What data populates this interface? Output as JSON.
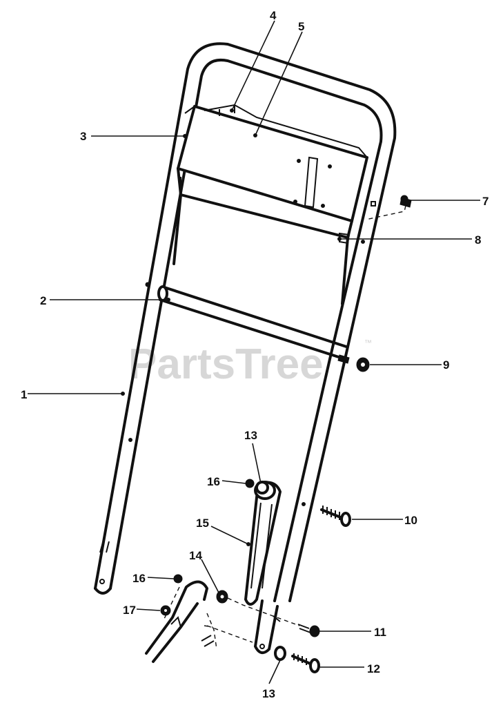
{
  "watermark": {
    "text": "PartsTree",
    "trademark": "™"
  },
  "callouts": {
    "c1": "1",
    "c2": "2",
    "c3": "3",
    "c4": "4",
    "c5": "5",
    "c7": "7",
    "c8": "8",
    "c9": "9",
    "c10": "10",
    "c11": "11",
    "c12": "12",
    "c13a": "13",
    "c13b": "13",
    "c14": "14",
    "c15": "15",
    "c16a": "16",
    "c16b": "16",
    "c17": "17"
  },
  "colors": {
    "ink": "#111111",
    "watermark": "#d7d7d7",
    "background": "#ffffff"
  }
}
